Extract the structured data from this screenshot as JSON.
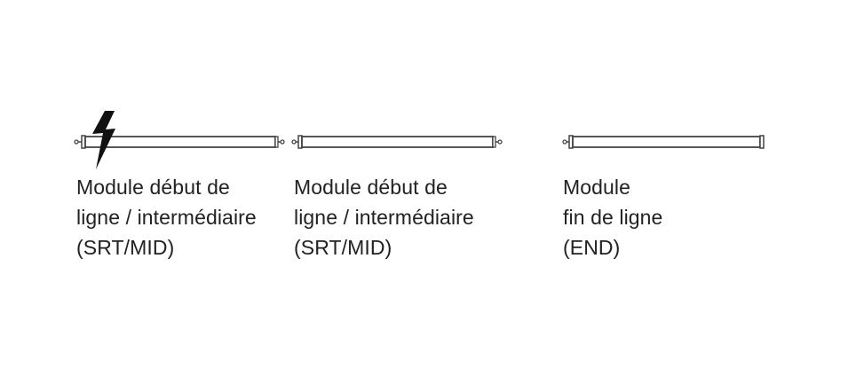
{
  "modules": [
    {
      "type": "srt-mid",
      "has_power": true,
      "label_lines": [
        "Module début de",
        "ligne / intermédiaire",
        "(SRT/MID)"
      ]
    },
    {
      "type": "srt-mid",
      "has_power": false,
      "label_lines": [
        "Module début de",
        "ligne / intermédiaire",
        "(SRT/MID)"
      ]
    },
    {
      "type": "end",
      "has_power": false,
      "label_lines": [
        "Module",
        "fin de ligne",
        "(END)"
      ]
    }
  ],
  "colors": {
    "stroke": "#444444",
    "bolt": "#111111",
    "text": "#222222"
  },
  "icons": {
    "power": "lightning-bolt-icon",
    "connector": "connector-pin-icon"
  }
}
